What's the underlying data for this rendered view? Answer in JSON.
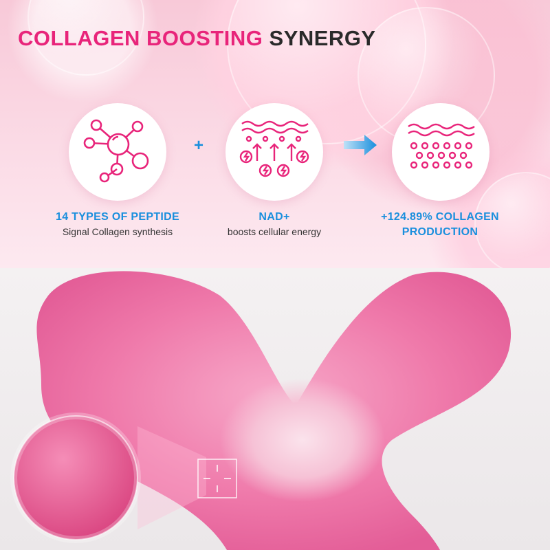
{
  "header": {
    "title_highlight": "COLLAGEN BOOSTING",
    "title_rest": "SYNERGY"
  },
  "steps": [
    {
      "icon": "peptide-molecule-icon",
      "title": "14 TYPES OF PEPTIDE",
      "subtitle": "Signal Collagen synthesis"
    },
    {
      "icon": "skin-energy-icon",
      "title": "NAD+",
      "subtitle": "boosts cellular energy"
    },
    {
      "icon": "collagen-layer-icon",
      "title_line1": "+124.89% COLLAGEN",
      "title_line2": "PRODUCTION"
    }
  ],
  "operators": {
    "plus": "+"
  },
  "colors": {
    "accent_pink": "#e8247a",
    "accent_blue": "#1a8fdd",
    "title_dark": "#2a2a2a"
  }
}
